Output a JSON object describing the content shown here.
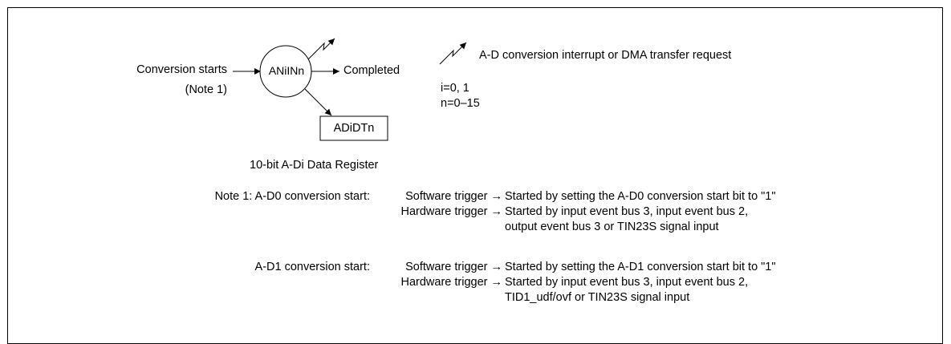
{
  "diagram": {
    "input_label": "Conversion starts",
    "input_note": "(Note 1)",
    "node_label": "ANiINn",
    "output_label": "Completed",
    "register_label": "ADiDTn",
    "register_caption": "10-bit A-Di Data Register"
  },
  "legend": {
    "interrupt_text": "A-D conversion interrupt or DMA transfer request",
    "i_values": "i=0, 1",
    "n_values": "n=0–15"
  },
  "notes": {
    "note1": {
      "label": "Note 1: A-D0 conversion start:",
      "software_trigger": "Software trigger →",
      "software_desc": "Started by setting the A-D0 conversion start bit to \"1\"",
      "hardware_trigger": "Hardware trigger →",
      "hardware_desc_line1": "Started by input event bus 3, input event bus 2,",
      "hardware_desc_line2": "output event bus 3 or TIN23S signal input"
    },
    "note2": {
      "label": "A-D1 conversion start:",
      "software_trigger": "Software trigger →",
      "software_desc": "Started by setting the A-D1 conversion start bit to \"1\"",
      "hardware_trigger": "Hardware trigger →",
      "hardware_desc_line1": "Started by input event bus 3, input event bus 2,",
      "hardware_desc_line2": "TID1_udf/ovf or TIN23S signal input"
    }
  }
}
